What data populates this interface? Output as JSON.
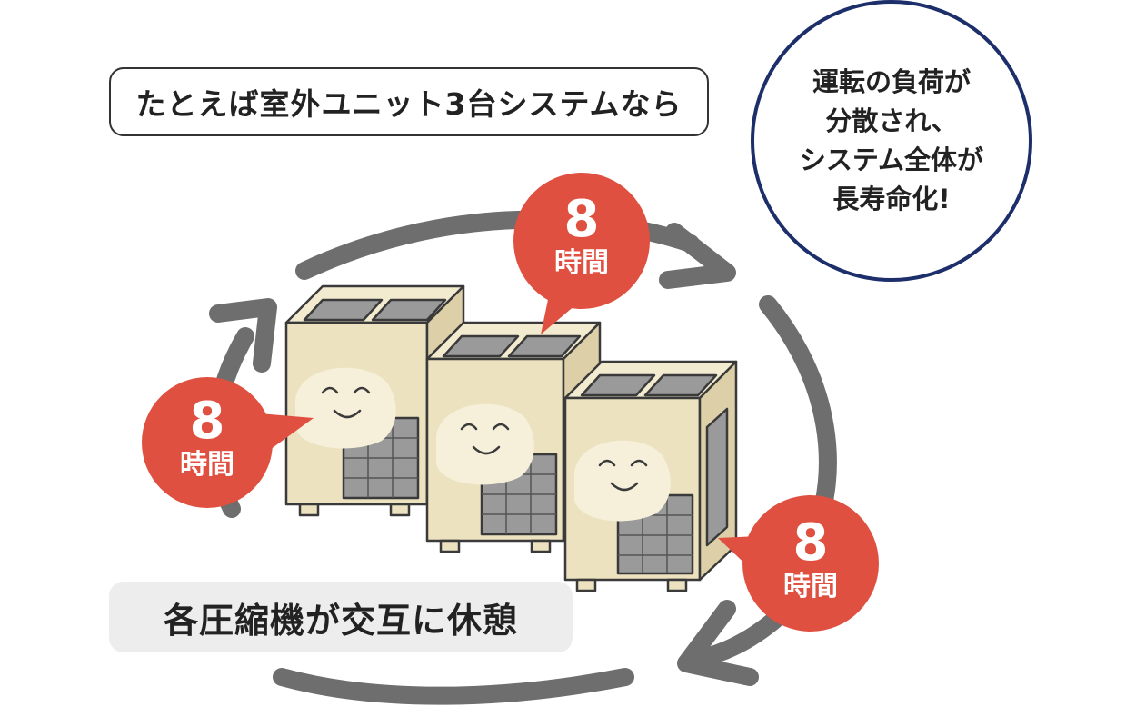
{
  "system_label": "たとえば室外ユニット3台システムなら",
  "summary": {
    "lines": [
      "運転の負荷が",
      "分散され、",
      "システム全体が",
      "長寿命化!"
    ]
  },
  "rest_label": "各圧縮機が交互に休憩",
  "bubbles": [
    {
      "number": "8",
      "unit": "時間"
    },
    {
      "number": "8",
      "unit": "時間"
    },
    {
      "number": "8",
      "unit": "時間"
    }
  ],
  "colors": {
    "bubble": "#e05040",
    "cycle_arrow": "#6e6e6e",
    "unit_body": "#ede2c0",
    "unit_outline": "#3a3a3a",
    "grille": "#9a9a9a",
    "circle_border": "#1d2f6b",
    "rest_bg": "#ededed"
  }
}
